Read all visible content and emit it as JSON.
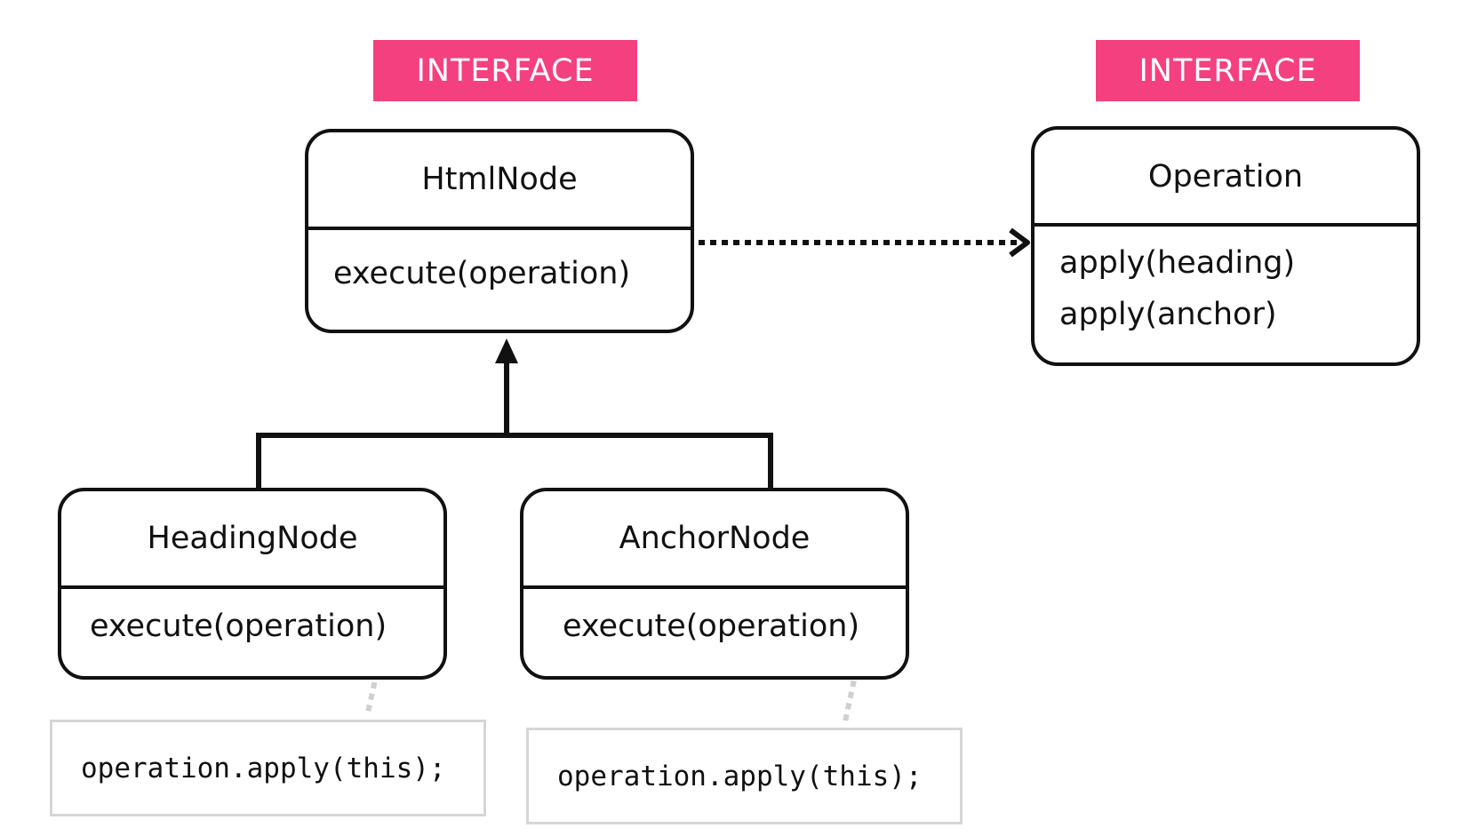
{
  "interfaces": {
    "html_node_badge": "INTERFACE",
    "operation_badge": "INTERFACE"
  },
  "html_node": {
    "name": "HtmlNode",
    "method": "execute(operation)"
  },
  "operation": {
    "name": "Operation",
    "methods": [
      "apply(heading)",
      "apply(anchor)"
    ]
  },
  "heading_node": {
    "name": "HeadingNode",
    "method": "execute(operation)",
    "note": "operation.apply(this);"
  },
  "anchor_node": {
    "name": "AnchorNode",
    "method": "execute(operation)",
    "note": "operation.apply(this);"
  },
  "colors": {
    "badge": "#f4407f",
    "stroke": "#111111",
    "note_border": "#d6d6d6",
    "note_connector": "#d0d0d0"
  }
}
